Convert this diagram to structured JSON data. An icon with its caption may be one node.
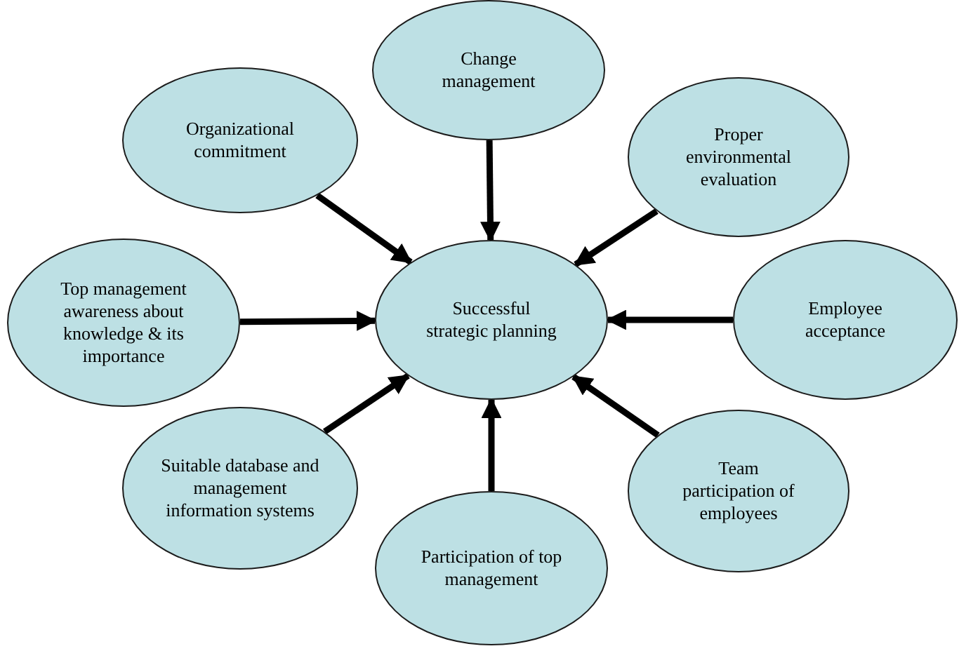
{
  "diagram": {
    "nodes": [
      {
        "text": [
          "Successful strategic planning"
        ]
      },
      {
        "text": [
          "Change management"
        ]
      },
      {
        "text": [
          "Proper environmental evaluation"
        ]
      },
      {
        "text": [
          "Employee acceptance"
        ]
      },
      {
        "text": [
          "Team participation of employees"
        ]
      },
      {
        "text": [
          "Participation of top management"
        ]
      },
      {
        "text": [
          "Suitable database and management information systems"
        ]
      },
      {
        "text": [
          "Top management awareness about knowledge & its importance"
        ]
      },
      {
        "text": [
          "Organizational commitment"
        ]
      }
    ],
    "edges": [
      {
        "from": 1,
        "to": 0,
        "arrow": "to"
      },
      {
        "from": 2,
        "to": 0,
        "arrow": "to"
      },
      {
        "from": 3,
        "to": 0,
        "arrow": "to"
      },
      {
        "from": 4,
        "to": 0,
        "arrow": "to"
      },
      {
        "from": 5,
        "to": 0,
        "arrow": "to"
      },
      {
        "from": 6,
        "to": 0,
        "arrow": "to"
      },
      {
        "from": 7,
        "to": 0,
        "arrow": "to"
      },
      {
        "from": 8,
        "to": 0,
        "arrow": "to"
      }
    ]
  }
}
